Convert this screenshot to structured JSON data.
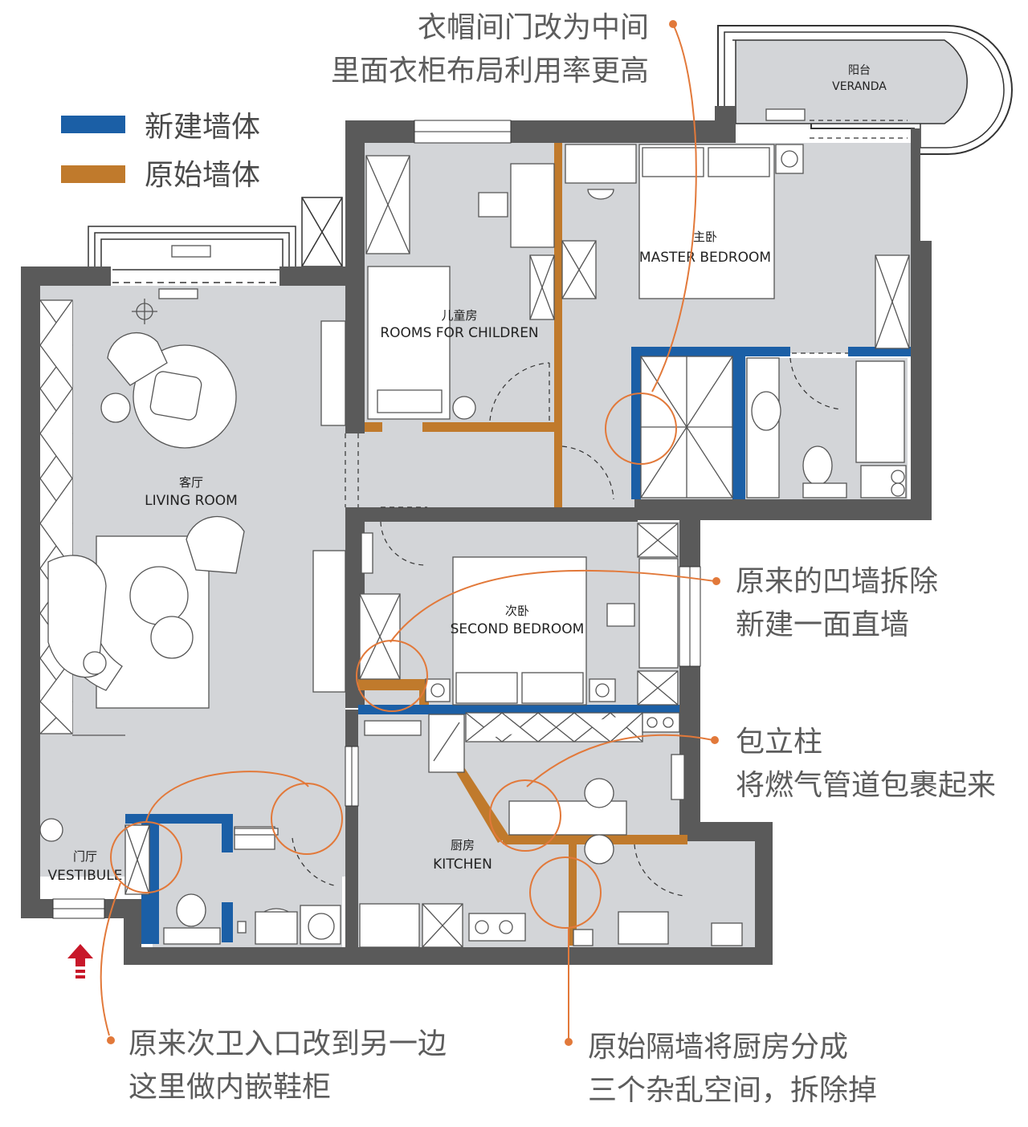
{
  "colors": {
    "floor": "#d3d5d8",
    "wall": "#5a5a5a",
    "new_wall": "#1b5fa6",
    "original_wall": "#c07a2c",
    "callout": "#e2793a",
    "furniture_line": "#555555",
    "entrance_arrow": "#c8182a",
    "note_text": "#5c5c5c"
  },
  "legend": {
    "new_wall": "新建墙体",
    "original_wall": "原始墙体"
  },
  "rooms": {
    "veranda": {
      "cn": "阳台",
      "en": "VERANDA"
    },
    "master": {
      "cn": "主卧",
      "en": "MASTER BEDROOM"
    },
    "children": {
      "cn": "儿童房",
      "en": "ROOMS FOR CHILDREN"
    },
    "living": {
      "cn": "客厅",
      "en": "LIVING ROOM"
    },
    "second": {
      "cn": "次卧",
      "en": "SECOND BEDROOM"
    },
    "vestibule": {
      "cn": "门厅",
      "en": "VESTIBULE"
    },
    "kitchen": {
      "cn": "厨房",
      "en": "KITCHEN"
    }
  },
  "annotations": {
    "wardrobe_door": [
      "衣帽间门改为中间",
      "里面衣柜布局利用率更高"
    ],
    "recess_wall": [
      "原来的凹墙拆除",
      "新建一面直墙"
    ],
    "column": [
      "包立柱",
      "将燃气管道包裹起来"
    ],
    "bathroom_entry": [
      "原来次卫入口改到另一边",
      "这里做内嵌鞋柜"
    ],
    "kitchen_partition": [
      "原始隔墙将厨房分成",
      "三个杂乱空间，拆除掉"
    ]
  },
  "icons": {
    "entrance": "entrance-arrow-icon",
    "callout_dot": "callout-dot-icon"
  }
}
